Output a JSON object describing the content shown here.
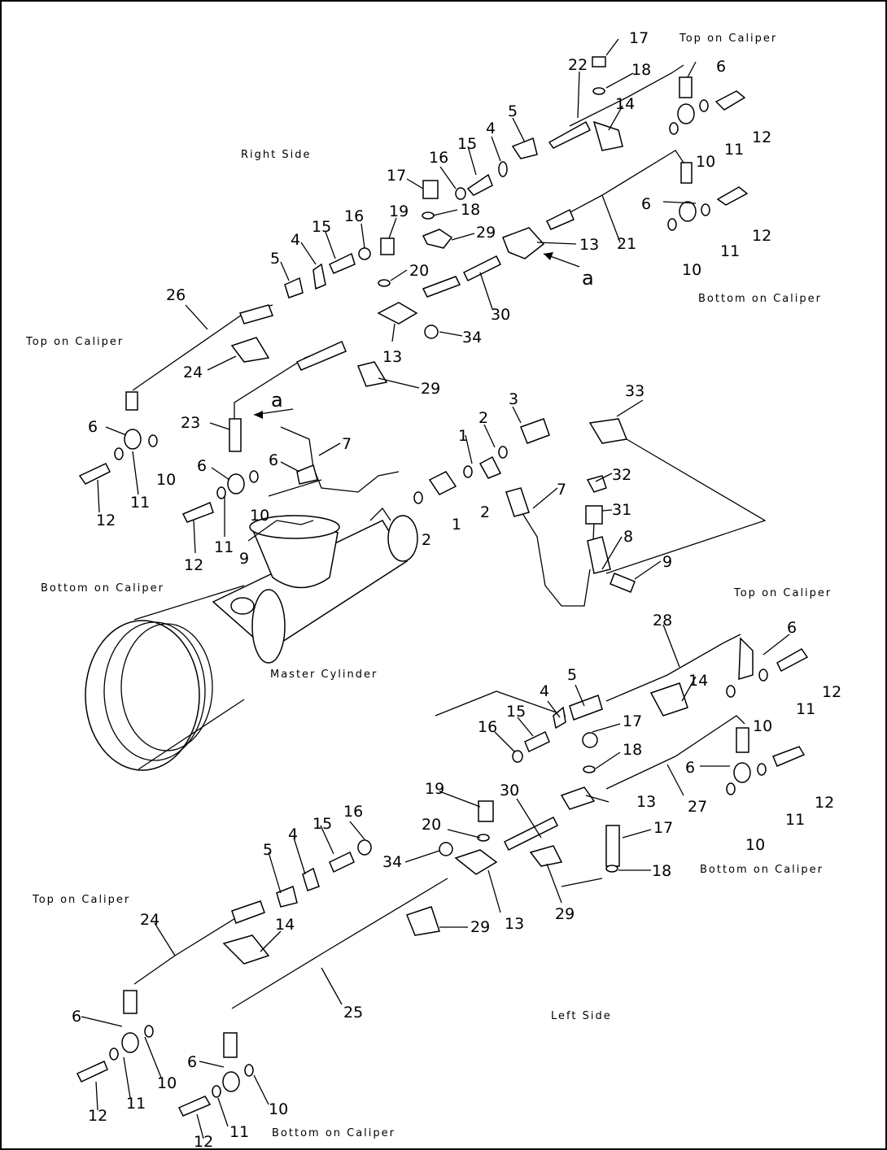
{
  "labels": {
    "top_on_caliper": "Top on Caliper",
    "bottom_on_caliper": "Bottom on Caliper",
    "right_side": "Right Side",
    "left_side": "Left Side",
    "master_cylinder": "Master Cylinder",
    "arrow_a": "a"
  },
  "callouts": {
    "c1": "1",
    "c2": "2",
    "c3": "3",
    "c4": "4",
    "c5": "5",
    "c6": "6",
    "c7": "7",
    "c8": "8",
    "c9": "9",
    "c10": "10",
    "c11": "11",
    "c12": "12",
    "c13": "13",
    "c14": "14",
    "c15": "15",
    "c16": "16",
    "c17": "17",
    "c18": "18",
    "c19": "19",
    "c20": "20",
    "c21": "21",
    "c22": "22",
    "c23": "23",
    "c24": "24",
    "c25": "25",
    "c26": "26",
    "c27": "27",
    "c28": "28",
    "c29": "29",
    "c30": "30",
    "c31": "31",
    "c32": "32",
    "c33": "33",
    "c34": "34"
  }
}
